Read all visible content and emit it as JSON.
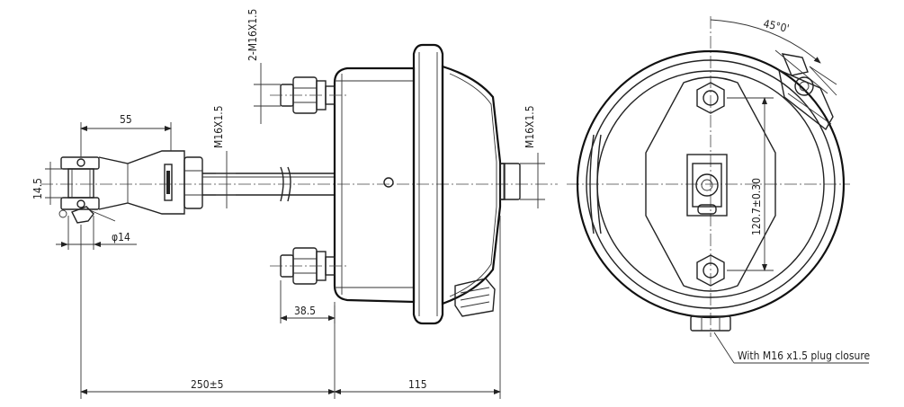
{
  "side_view": {
    "dimensions": {
      "clevis_length": "55",
      "clevis_height": "14.5",
      "pin_diameter": "φ14",
      "port_thread": "M16X1.5",
      "stud_thread": "2-M16X1.5",
      "rear_port_thread": "M16X1.5",
      "stud_offset": "38.5",
      "pushrod_length": "250±5",
      "body_length": "115"
    }
  },
  "front_view": {
    "angle": "45°0'",
    "bolt_spacing": "120.7±0.30",
    "callout": "With M16 x1.5 plug closure"
  }
}
